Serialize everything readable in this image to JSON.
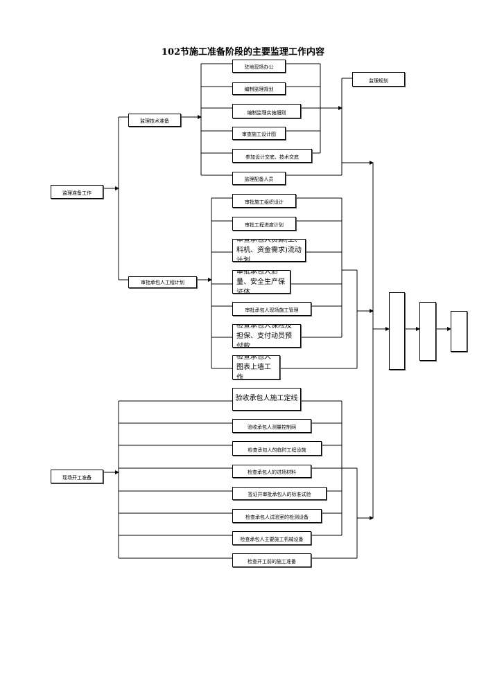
{
  "title": "102节施工准备阶段的主要监理工作内容",
  "group_a": {
    "root": "监理准备工作",
    "sub": "监理技术准备",
    "items": [
      "驻地现场办公",
      "编制监理规划",
      "编制监理实施细则",
      "审查施工设计图",
      "参加设计交底、技术交底",
      "监理配备人员"
    ],
    "output": "监理规划"
  },
  "group_b": {
    "sub": "审批承包人工程计划",
    "items": [
      "审批施工组织设计",
      "审批工程进度计划",
      "审查承包人资源(工、料机、资金需求)流动计划",
      "审批承包人质量、安全生产保证体",
      "审批承包人现场施工管理",
      "检查承包人保险及担保、支付动员预付款",
      "检查承包人图表上墙工作"
    ]
  },
  "group_c": {
    "root": "现场开工准备",
    "items": [
      "验收承包人施工定线",
      "验收承包人测量控制网",
      "检查承包人的临时工程设施",
      "检查承包人的进场材料",
      "签证并审批承包人的标准试验",
      "检查承包人试验室的检测设备",
      "检查承包人主要施工机械设备",
      "检查开工前的施工准备"
    ]
  },
  "stages": [
    "",
    "",
    ""
  ]
}
